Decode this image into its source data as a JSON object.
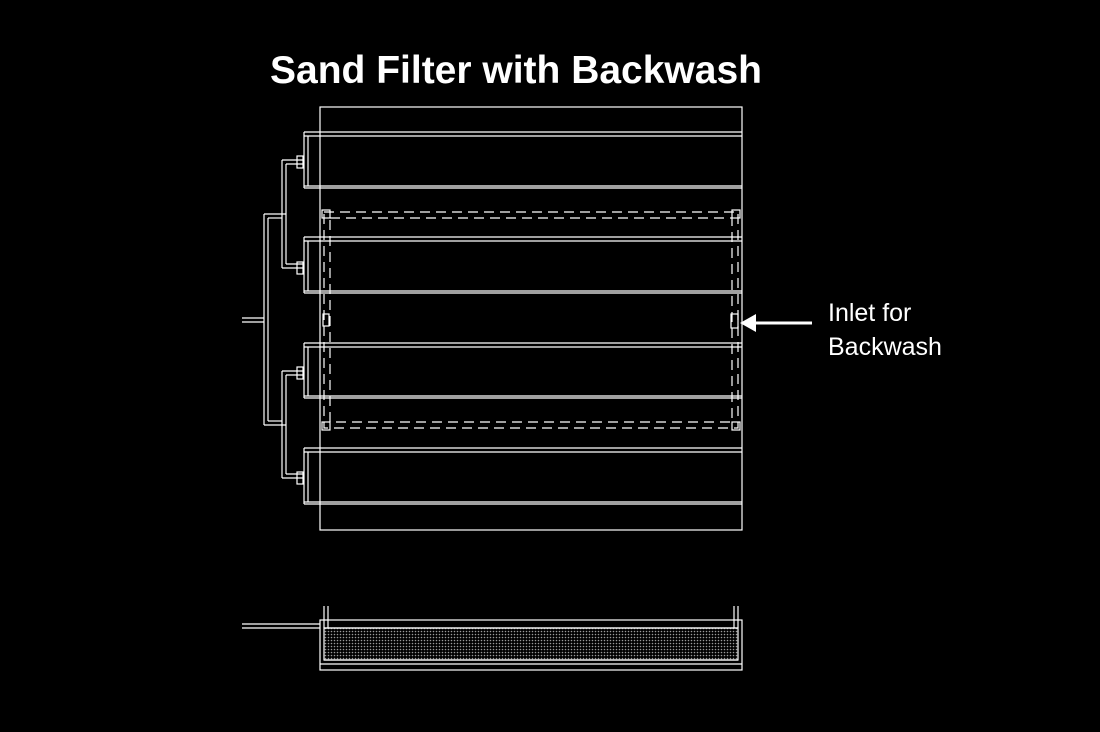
{
  "title": "Sand Filter with Backwash",
  "annotation": {
    "line1": "Inlet for",
    "line2": "Backwash"
  },
  "colors": {
    "background": "#000000",
    "line": "#ffffff"
  }
}
